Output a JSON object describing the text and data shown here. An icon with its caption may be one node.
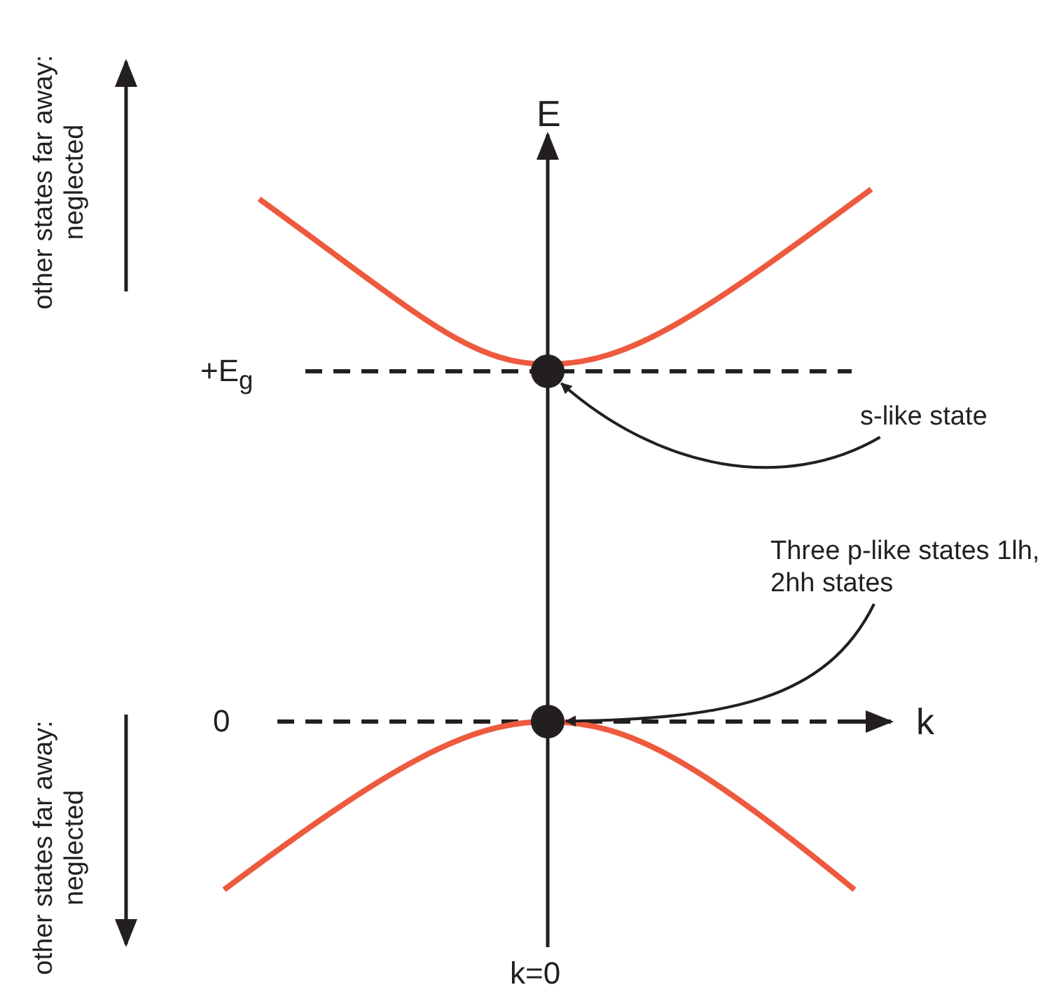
{
  "diagram": {
    "nodes": [
      {
        "text": [
          "s-like state"
        ]
      },
      {
        "text": [
          "Three p-like states 1lh, 2hh states"
        ]
      },
      {
        "text": [],
        "shape": "circle"
      },
      {
        "text": [],
        "shape": "circle"
      }
    ],
    "edges": [
      {
        "from": 0,
        "to": 2,
        "arrow": "to"
      },
      {
        "from": 1,
        "to": 3,
        "arrow": "to"
      }
    ],
    "labels": [
      "other states far away: neglected",
      "E",
      "+E$_{g}$",
      "0",
      "k",
      "other states far away: neglected",
      "k=0"
    ]
  }
}
